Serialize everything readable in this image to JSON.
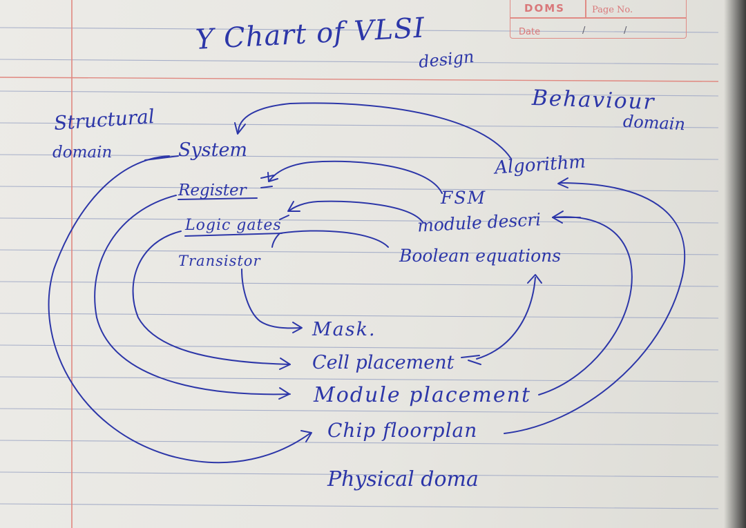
{
  "notebook": {
    "brand": "DOMS",
    "page_no_label": "Page No.",
    "date_label": "Date",
    "date_separator": "/"
  },
  "title": {
    "line1": "Y Chart of VLSI",
    "line2": "design"
  },
  "structural_domain": {
    "heading_line1": "Structural",
    "heading_line2": "domain",
    "items": [
      "System",
      "Register",
      "Logic gates",
      "Transistor"
    ]
  },
  "behavioural_domain": {
    "heading_line1": "Behaviour",
    "heading_line2": "domain",
    "items": [
      "Algorithm",
      "FSM",
      "module descri",
      "Boolean equations"
    ]
  },
  "physical_domain": {
    "items": [
      "Mask.",
      "Cell placement",
      "Module placement",
      "Chip floorplan"
    ],
    "heading": "Physical doma"
  },
  "colors": {
    "ink": "#2c36a8",
    "ruled_line": "#a6aec8",
    "margin_line": "#e0877f",
    "header_box": "#e08a84",
    "paper": "#e9e8e3"
  }
}
